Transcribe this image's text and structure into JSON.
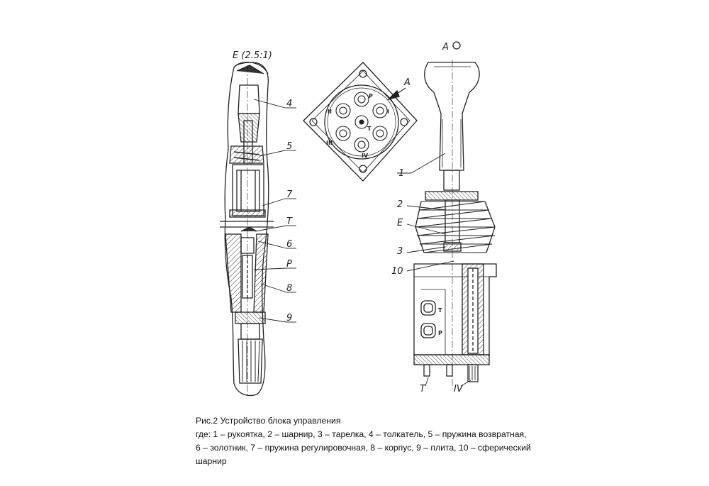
{
  "figure": {
    "view_e_label": "E (2.5:1)",
    "view_a_label": "A",
    "plate_ports": {
      "p": "P",
      "t": "T",
      "i": "I",
      "ii": "II",
      "iii": "III",
      "iv": "IV"
    },
    "left_callouts": {
      "c4": "4",
      "c5": "5",
      "c7": "7",
      "cT": "T",
      "c6": "6",
      "cP": "P",
      "c8": "8",
      "c9": "9"
    },
    "right_callouts": {
      "c1": "1",
      "c2": "2",
      "cE": "E",
      "c3": "3",
      "c10": "10",
      "cT": "T",
      "cIV": "IV",
      "arrowA": "A"
    },
    "body_marks": {
      "t": "T",
      "p": "P"
    }
  },
  "caption": {
    "title": "Рис.2 Устройство блока управления",
    "line1": "где: 1 – рукоятка, 2 – шарнир, 3 – тарелка, 4 – толкатель, 5 – пружина возвратная,",
    "line2": "6 – золотник, 7 – пружина регулировочная, 8 – корпус, 9 – плита, 10 – сферический",
    "line3": "шарнир"
  }
}
